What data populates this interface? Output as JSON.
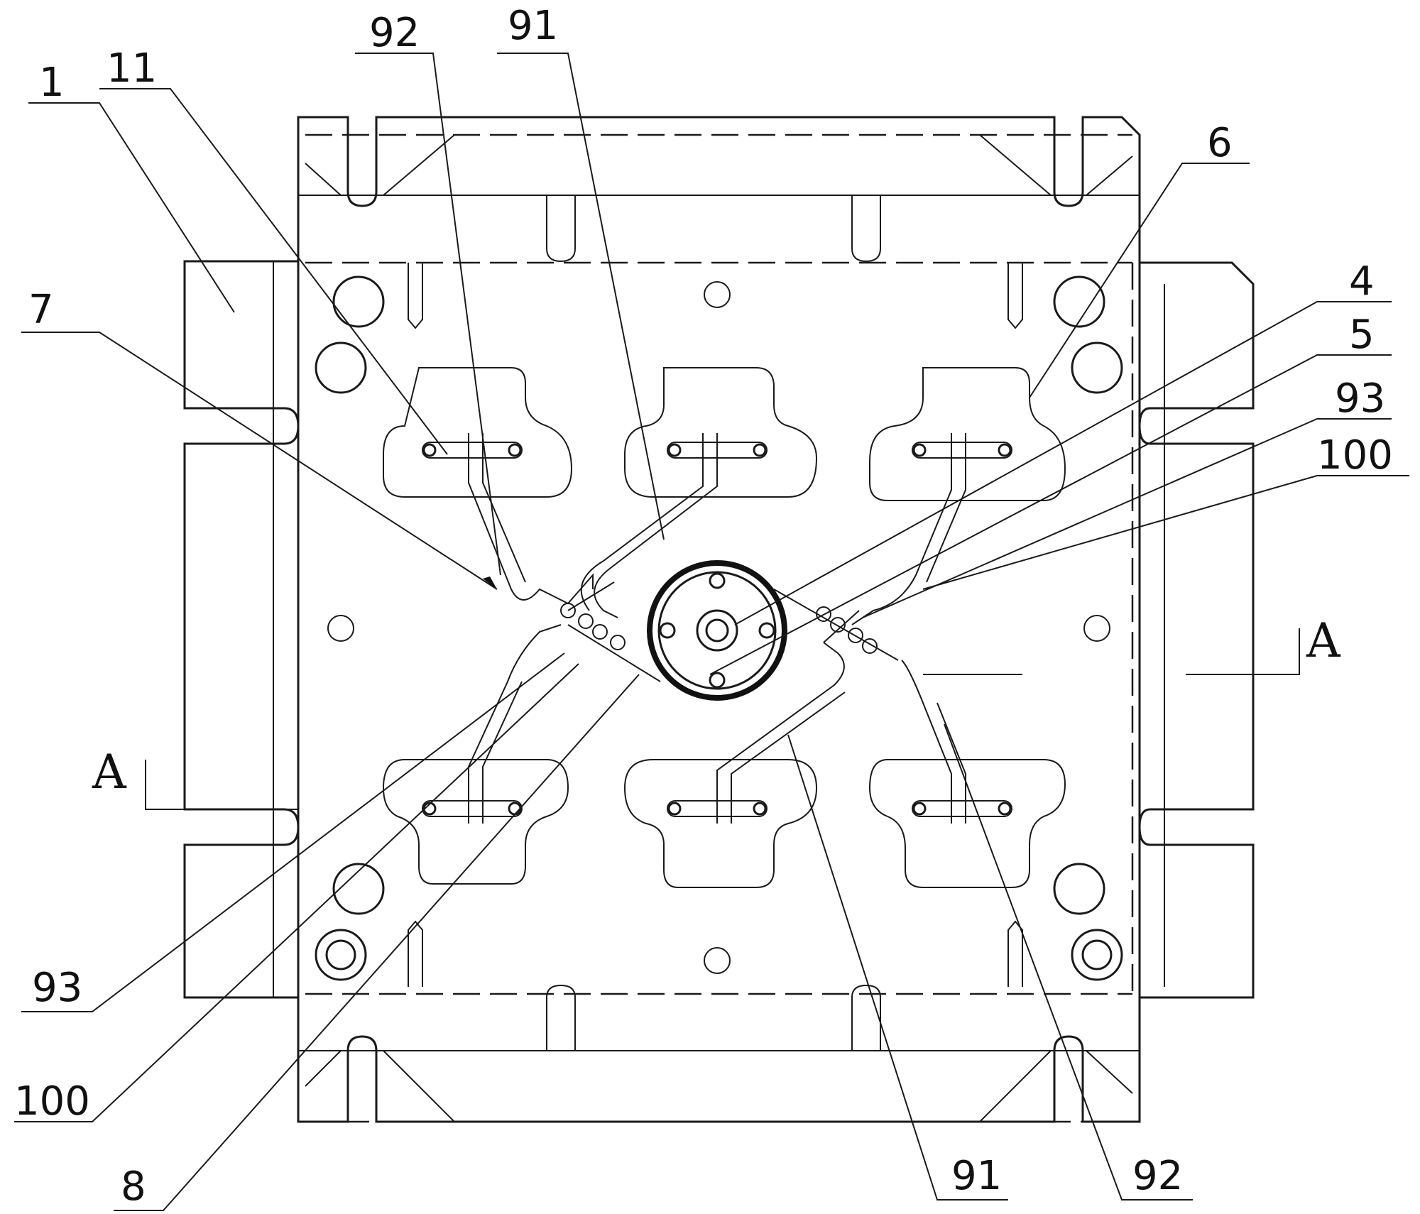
{
  "labels": {
    "l1": "1",
    "l11": "11",
    "l92a": "92",
    "l91a": "91",
    "l6": "6",
    "l4": "4",
    "l5": "5",
    "l93a": "93",
    "l100a": "100",
    "l7": "7",
    "l93b": "93",
    "l100b": "100",
    "l8": "8",
    "l91b": "91",
    "l92b": "92"
  },
  "section": {
    "left": "A",
    "right": "A"
  }
}
